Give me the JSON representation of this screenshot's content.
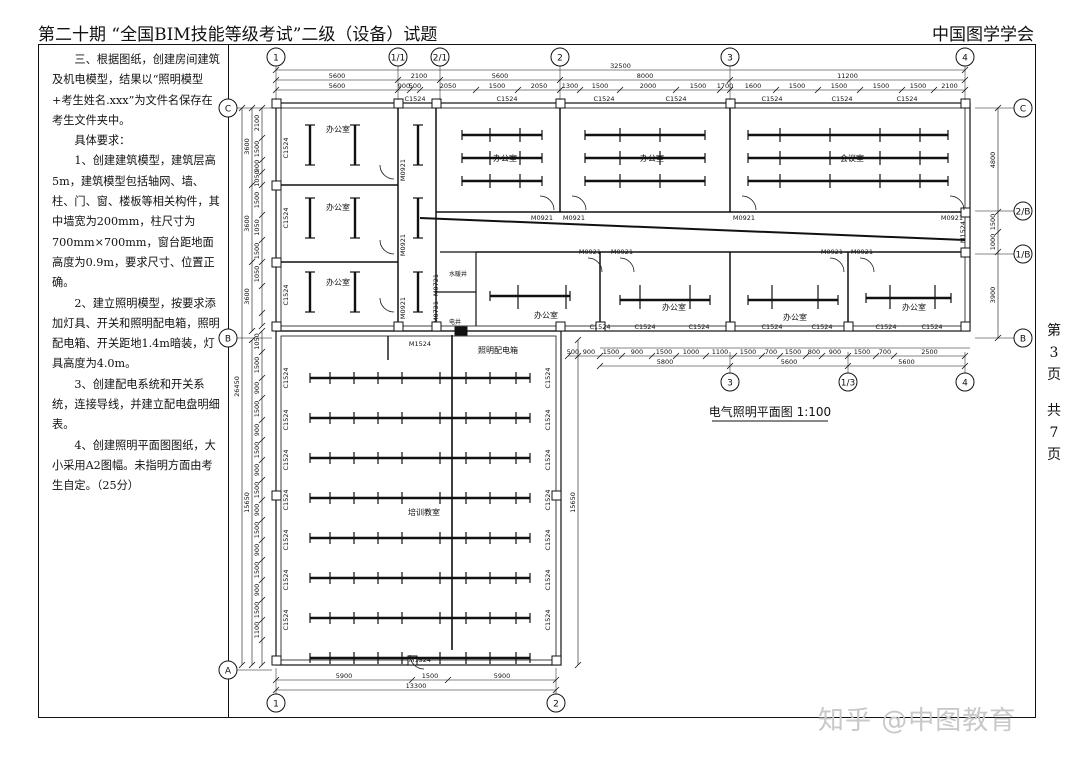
{
  "header": {
    "title": "第二十期 “全国BIM技能等级考试”二级（设备）试题",
    "org": "中国图学学会"
  },
  "instructions": [
    "三、根据图纸，创建房间建筑及机电模型，结果以“照明模型+考生姓名.xxx”为文件名保存在考生文件夹中。",
    "具体要求：",
    "1、创建建筑模型，建筑层高5m，建筑模型包括轴网、墙、柱、门、窗、楼板等相关构件，其中墙宽为200mm，柱尺寸为700mm×700mm，窗台距地面高度为0.9m，要求尺寸、位置正确。",
    "2、建立照明模型，按要求添加灯具、开关和照明配电箱，照明配电箱、开关距地1.4m暗装，灯具高度为4.0m。",
    "3、创建配电系统和开关系统，连接导线，并建立配电盘明细表。",
    "4、创建照明平面图图纸，大小采用A2图幅。未指明方面由考生自定。（25分）"
  ],
  "page": {
    "di": "第",
    "num": "3",
    "ye": "页",
    "gong": "共",
    "total": "7",
    "ye2": "页"
  },
  "watermark": "知乎 @中图教育",
  "drawing": {
    "caption": "电气照明平面图 1:100",
    "axes_top": [
      "1",
      "1/1",
      "2/1",
      "2",
      "3",
      "4"
    ],
    "axes_bottom_left": [
      "1",
      "2"
    ],
    "axes_bottom_right": [
      "3",
      "1/3",
      "4"
    ],
    "axes_left": [
      "C",
      "B",
      "A"
    ],
    "axes_right": [
      "C",
      "2/B",
      "1/B",
      "B"
    ],
    "dims_top_total": "32500",
    "dims_top_main": [
      "5600",
      "2100",
      "5600",
      "8000",
      "11200"
    ],
    "dims_top_detail": [
      "5600",
      "900",
      "500",
      "2050",
      "1500",
      "2050",
      "1300",
      "1500",
      "2000",
      "1500",
      "1700",
      "1600",
      "1500",
      "1500",
      "1500",
      "1500",
      "2100"
    ],
    "dims_bottom_right": [
      "500",
      "900",
      "1500",
      "900",
      "1500",
      "1000",
      "1100",
      "1500",
      "700",
      "1500",
      "800",
      "900",
      "1500",
      "700",
      "2500"
    ],
    "dims_bottom_right_main": [
      "5800",
      "5600",
      "5600"
    ],
    "dims_bottom_left": [
      "5900",
      "1500",
      "5900"
    ],
    "dims_bottom_left_total": "13300",
    "dims_left_upper": [
      "2100",
      "1500",
      "900",
      "1050",
      "1500",
      "1050",
      "1500",
      "1050"
    ],
    "dims_left_upper_group": [
      "3600",
      "3600",
      "3600"
    ],
    "dims_left_lower": [
      "1050",
      "1500",
      "900",
      "1500",
      "900",
      "1500",
      "900",
      "1500",
      "900",
      "1500",
      "900",
      "1500",
      "900",
      "1500",
      "1100"
    ],
    "dims_left_total": "26450",
    "dims_left_group": "15650",
    "dims_right": [
      "4800",
      "1500",
      "1000",
      "3900"
    ],
    "rooms": {
      "office": "办公室",
      "meeting": "会议室",
      "training": "培训教室",
      "shaft": "水暖井",
      "elec": "电井",
      "panel": "照明配电箱"
    },
    "windows": {
      "c1524": "C1524"
    },
    "doors": {
      "m0921": "M0921",
      "m0721": "M0721",
      "m1524": "M1524"
    }
  }
}
